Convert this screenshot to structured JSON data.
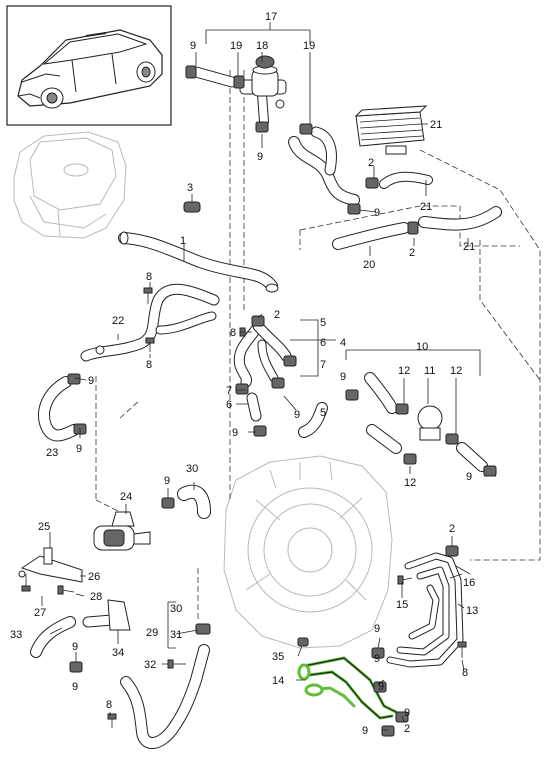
{
  "diagram": {
    "labels": {
      "l1": "1",
      "l2a": "2",
      "l2b": "2",
      "l2c": "2",
      "l2d": "2",
      "l2e": "2",
      "l3": "3",
      "l4": "4",
      "l5a": "5",
      "l5b": "5",
      "l6a": "6",
      "l6b": "6",
      "l7a": "7",
      "l7b": "7",
      "l8a": "8",
      "l8b": "8",
      "l8c": "8",
      "l8d": "8",
      "l9a": "9",
      "l9b": "9",
      "l9c": "9",
      "l9d": "9",
      "l9e": "9",
      "l9f": "9",
      "l9g": "9",
      "l9h": "9",
      "l9i": "9",
      "l9j": "9",
      "l9k": "9",
      "l9l": "9",
      "l9m": "9",
      "l9n": "9",
      "l9o": "9",
      "l9p": "9",
      "l9q": "9",
      "l10": "10",
      "l11": "11",
      "l12a": "12",
      "l12b": "12",
      "l12c": "12",
      "l13": "13",
      "l14": "14",
      "l15": "15",
      "l16": "16",
      "l17": "17",
      "l18": "18",
      "l19a": "19",
      "l19b": "19",
      "l20": "20",
      "l21a": "21",
      "l21b": "21",
      "l21c": "21",
      "l22": "22",
      "l23": "23",
      "l24": "24",
      "l25": "25",
      "l26": "26",
      "l27": "27",
      "l28": "28",
      "l29": "29",
      "l30a": "30",
      "l30b": "30",
      "l31": "31",
      "l32": "32",
      "l33": "33",
      "l34": "34",
      "l35": "35"
    },
    "colors": {
      "line": "#222222",
      "highlight": "#5fbf3a",
      "ghost": "#b9b9b9"
    }
  }
}
